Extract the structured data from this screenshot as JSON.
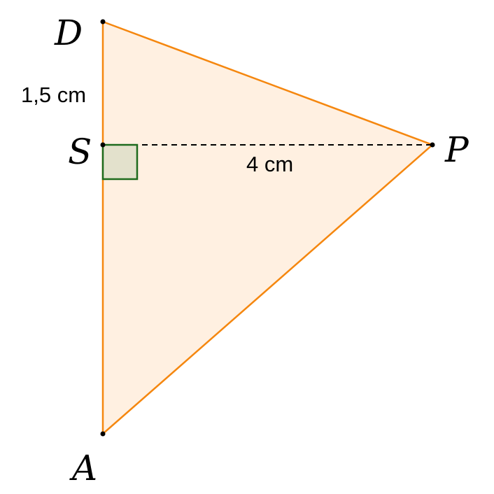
{
  "points": {
    "D": "D",
    "S": "S",
    "P": "P",
    "A": "A"
  },
  "measurements": {
    "ds_length": "1,5 cm",
    "sp_length": "4 cm"
  },
  "colors": {
    "triangle_fill": "#fff0e1",
    "triangle_stroke": "#f5870f",
    "right_angle_fill": "#e3e1cc",
    "right_angle_stroke": "#1d6b1d",
    "dashed_line": "#000000",
    "point": "#000000"
  }
}
